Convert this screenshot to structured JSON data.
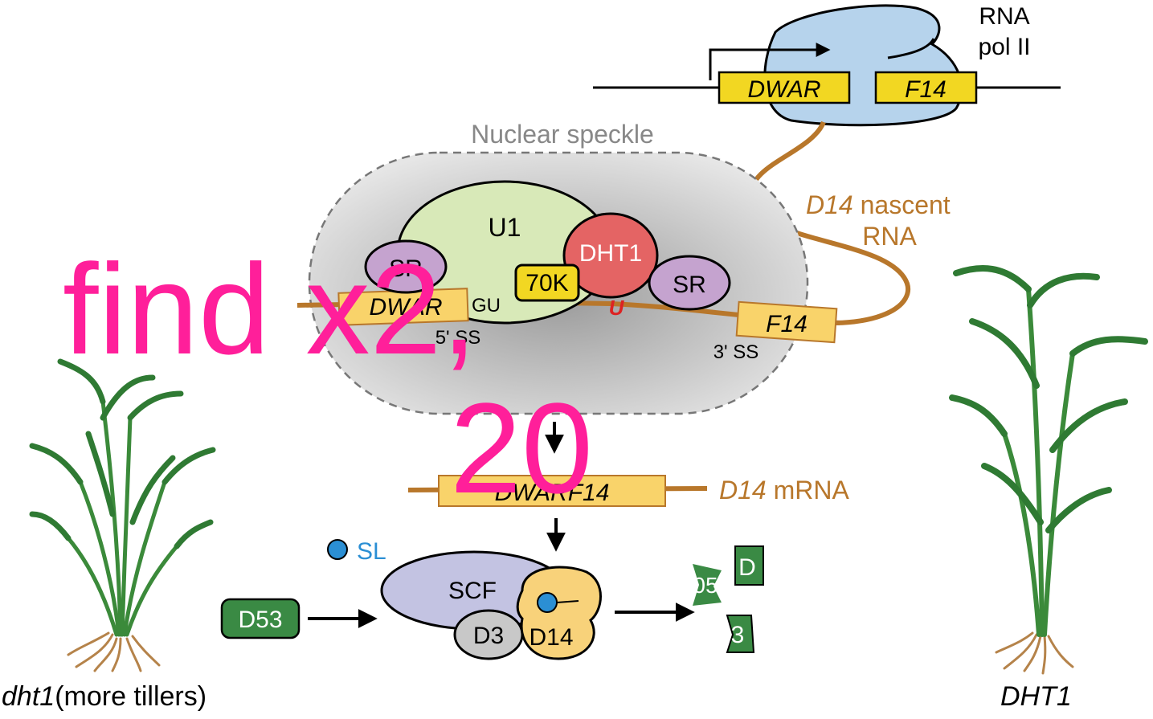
{
  "rna_pol": {
    "line1": "RNA",
    "line2": "pol II"
  },
  "gene_top": {
    "exon1": "DWAR",
    "exon2": "F14"
  },
  "speckle": {
    "label": "Nuclear speckle"
  },
  "nascent": {
    "line1_italic": "D14",
    "line1_rest": " nascent",
    "line2": "RNA"
  },
  "complex": {
    "u1": "U1",
    "dht1": "DHT1",
    "sr_left": "SR",
    "sr_right": "SR",
    "k70": "70K",
    "gu": "GU",
    "u": "U",
    "exon1": "DWAR",
    "exon2": "F14",
    "ss5": "5' SS",
    "ss3": "3' SS"
  },
  "mrna": {
    "exon": "DWARF14",
    "label_italic": "D14",
    "label_rest": " mRNA"
  },
  "signaling": {
    "sl": "SL",
    "scf": "SCF",
    "d3": "D3",
    "d14": "D14",
    "d53": "D53",
    "frag1": "D",
    "frag2": "05",
    "frag3": "3"
  },
  "captions": {
    "left_italic": "dht1",
    "left_rest": "(more tillers)",
    "right_italic": "DHT1"
  },
  "overlay": {
    "line1": "find x2,",
    "line2": "20"
  },
  "colors": {
    "pol_blue": "#b6d3ec",
    "exon_yellow": "#f2d722",
    "rna_brown": "#b8772b",
    "speckle_gray": "#d9d9d9",
    "u1_green": "#d8e9b8",
    "dht1_red": "#e46464",
    "sr_purple": "#c5a3cf",
    "scf_lavender": "#c3c3e2",
    "d14_yellow": "#f8d27a",
    "d53_green": "#3a8a44",
    "sl_blue": "#2b8fd4",
    "overlay_pink": "#ff1f9a",
    "plant_green": "#3b8a3a"
  }
}
